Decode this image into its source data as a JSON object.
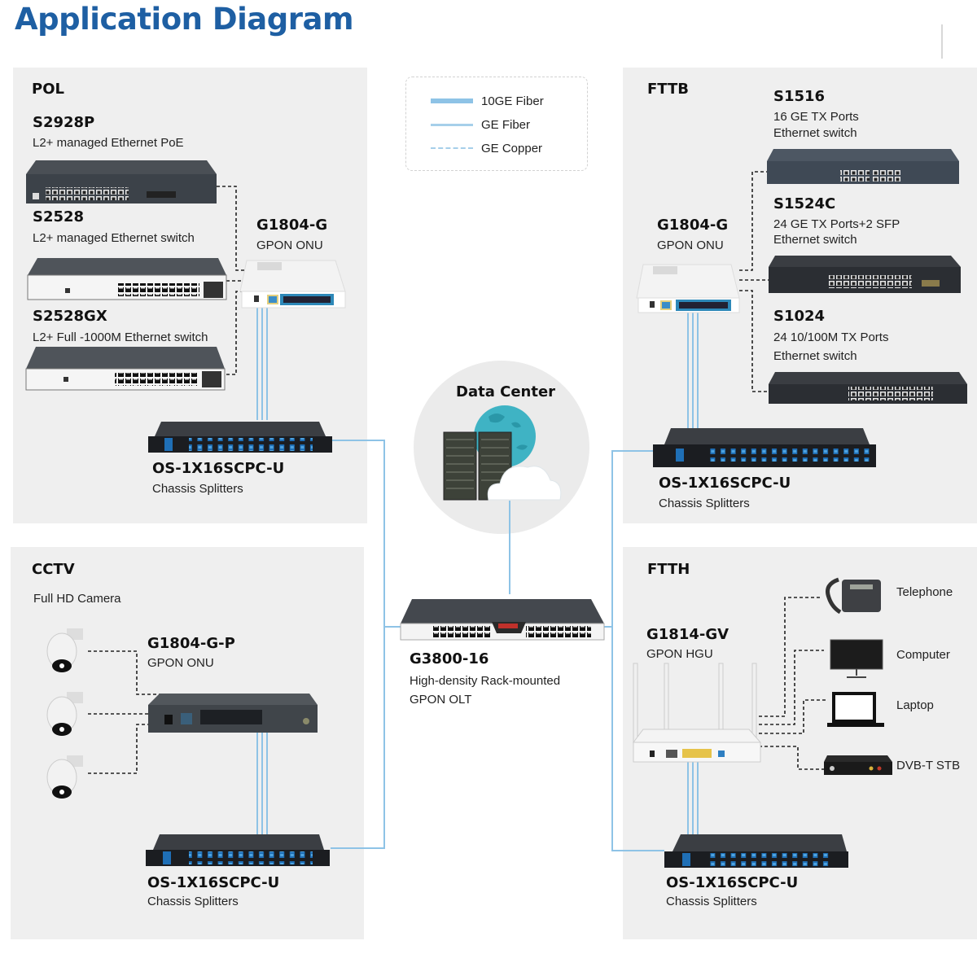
{
  "header": {
    "title": "Application Diagram"
  },
  "legend": {
    "items": [
      {
        "label": "10GE Fiber",
        "style": "thick-solid"
      },
      {
        "label": "GE Fiber",
        "style": "thin-solid"
      },
      {
        "label": "GE Copper",
        "style": "dashed"
      }
    ]
  },
  "colors": {
    "title": "#1e5fa3",
    "panel_bg": "#efefef",
    "fiber": "#8ec3e6",
    "copper_dash": "#1a1a1a",
    "globe": "#3fb3c4"
  },
  "pol": {
    "heading": "POL",
    "switches": [
      {
        "model": "S2928P",
        "desc": "L2+ managed Ethernet PoE"
      },
      {
        "model": "S2528",
        "desc": "L2+ managed Ethernet switch"
      },
      {
        "model": "S2528GX",
        "desc": "L2+ Full -1000M Ethernet switch"
      }
    ],
    "onu": {
      "model": "G1804-G",
      "desc": "GPON ONU"
    },
    "splitter": {
      "model": "OS-1X16SCPC-U",
      "desc": "Chassis  Splitters"
    }
  },
  "fttb": {
    "heading": "FTTB",
    "switches": [
      {
        "model": "S1516",
        "desc1": "16 GE TX Ports",
        "desc2": "Ethernet switch"
      },
      {
        "model": "S1524C",
        "desc1": "24 GE TX Ports+2 SFP",
        "desc2": "Ethernet switch"
      },
      {
        "model": "S1024",
        "desc1": "24 10/100M TX Ports",
        "desc2": "Ethernet switch"
      }
    ],
    "onu": {
      "model": "G1804-G",
      "desc": "GPON ONU"
    },
    "splitter": {
      "model": "OS-1X16SCPC-U",
      "desc": "Chassis  Splitters"
    }
  },
  "datacenter": {
    "label": "Data Center"
  },
  "olt": {
    "model": "G3800-16",
    "desc1": "High-density Rack-mounted",
    "desc2": "GPON OLT"
  },
  "cctv": {
    "heading": "CCTV",
    "camera_label": "Full HD Camera",
    "camera_count": 3,
    "onu": {
      "model": "G1804-G-P",
      "desc": "GPON ONU"
    },
    "splitter": {
      "model": "OS-1X16SCPC-U",
      "desc": "Chassis  Splitters"
    }
  },
  "ftth": {
    "heading": "FTTH",
    "hgu": {
      "model": "G1814-GV",
      "desc": "GPON HGU"
    },
    "endpoints": [
      {
        "label": "Telephone",
        "icon": "telephone-icon"
      },
      {
        "label": "Computer",
        "icon": "monitor-icon"
      },
      {
        "label": "Laptop",
        "icon": "laptop-icon"
      },
      {
        "label": "DVB-T STB",
        "icon": "set-top-box-icon"
      }
    ],
    "splitter": {
      "model": "OS-1X16SCPC-U",
      "desc": "Chassis  Splitters"
    }
  }
}
